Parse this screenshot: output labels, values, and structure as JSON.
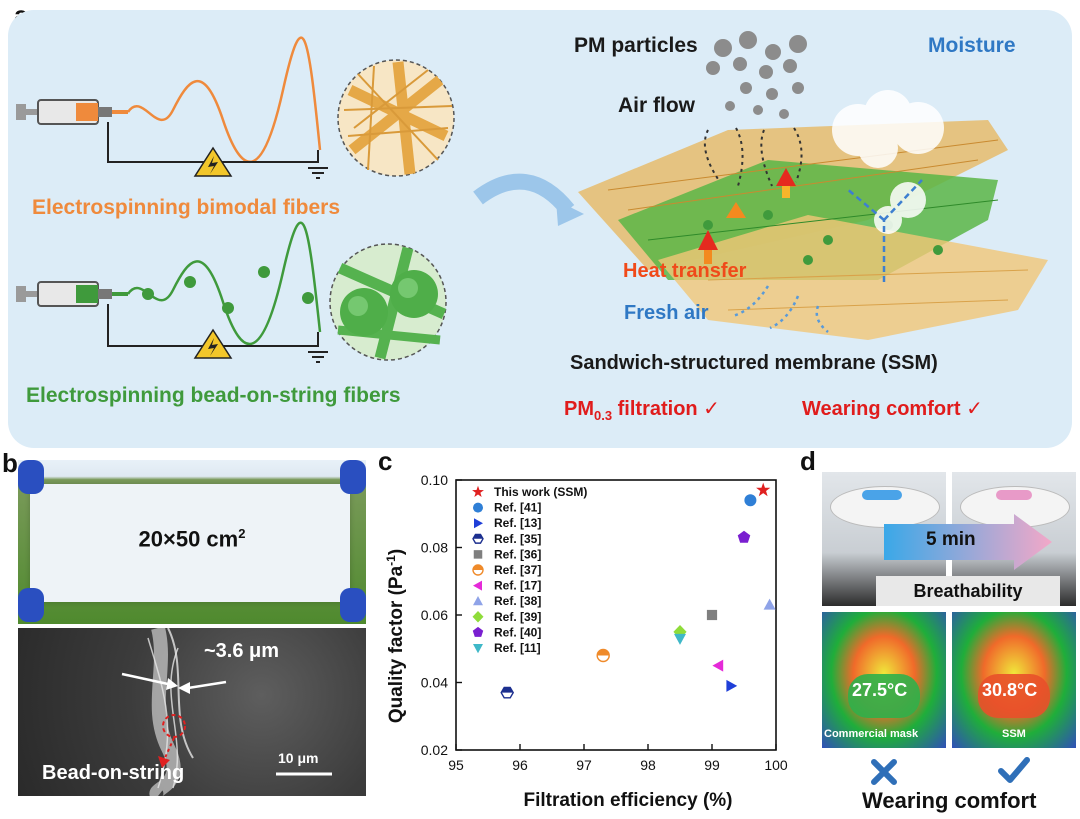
{
  "panels": {
    "a": "a",
    "b": "b",
    "c": "c",
    "d": "d"
  },
  "panel_a": {
    "bimodal_label": "Electrospinning bimodal fibers",
    "bead_label": "Electrospinning bead-on-string  fibers",
    "pm_particles": "PM particles",
    "moisture": "Moisture",
    "air_flow": "Air flow",
    "heat_transfer": "Heat transfer",
    "fresh_air": "Fresh air",
    "ssm_label": "Sandwich-structured membrane (SSM)",
    "pm_prefix": "PM",
    "pm_sub": "0.3",
    "pm_suffix": " filtration ✓",
    "wearing_comfort": "Wearing comfort ✓"
  },
  "panel_b": {
    "size_label": "20×50 cm",
    "size_sup": "2",
    "diameter": "~3.6 μm",
    "scale_bar": "10 μm",
    "bead_label": "Bead-on-string"
  },
  "panel_d": {
    "time": "5 min",
    "breathability": "Breathability",
    "temp_left": "27.5°C",
    "temp_right": "30.8°C",
    "label_left": "Commercial mask",
    "label_right": "SSM",
    "wearing_comfort": "Wearing comfort"
  },
  "colors": {
    "orange": "#ef8a3c",
    "green": "#3f9a3c",
    "blue": "#2f78c4",
    "red": "#e01c1c",
    "panel_bg": "#dcecf7"
  },
  "chart_data": {
    "type": "scatter",
    "xlabel": "Filtration efficiency (%)",
    "ylabel_main": "Quality factor (Pa",
    "ylabel_sup": "-1",
    "ylabel_end": ")",
    "xlim": [
      95,
      100
    ],
    "ylim": [
      0.02,
      0.1
    ],
    "xticks": [
      "95",
      "96",
      "97",
      "98",
      "99",
      "100"
    ],
    "yticks": [
      "0.02",
      "0.04",
      "0.06",
      "0.08",
      "0.10"
    ],
    "legend": "upper-left",
    "series": [
      {
        "name": "This work (SSM)",
        "marker": "star",
        "color": "#e02020",
        "x": 99.8,
        "y": 0.097
      },
      {
        "name": "Ref. [41]",
        "marker": "circle",
        "color": "#2f7fd6",
        "x": 99.6,
        "y": 0.094
      },
      {
        "name": "Ref. [13]",
        "marker": "triangle-right",
        "color": "#1f3fd8",
        "x": 99.3,
        "y": 0.039
      },
      {
        "name": "Ref. [35]",
        "marker": "hexagon-half",
        "color": "#1c2f8f",
        "x": 95.8,
        "y": 0.037
      },
      {
        "name": "Ref. [36]",
        "marker": "square",
        "color": "#7f7f7f",
        "x": 99.0,
        "y": 0.06
      },
      {
        "name": "Ref. [37]",
        "marker": "circle-half",
        "color": "#ef8a2a",
        "x": 97.3,
        "y": 0.048
      },
      {
        "name": "Ref. [17]",
        "marker": "triangle-left",
        "color": "#e52ad8",
        "x": 99.1,
        "y": 0.045
      },
      {
        "name": "Ref. [38]",
        "marker": "triangle-up",
        "color": "#8fa3e8",
        "x": 99.9,
        "y": 0.063
      },
      {
        "name": "Ref. [39]",
        "marker": "diamond",
        "color": "#8fdc3a",
        "x": 98.5,
        "y": 0.055
      },
      {
        "name": "Ref. [40]",
        "marker": "pentagon",
        "color": "#7a1fd0",
        "x": 99.5,
        "y": 0.083
      },
      {
        "name": "Ref. [11]",
        "marker": "triangle-down",
        "color": "#3fb8c8",
        "x": 98.5,
        "y": 0.053
      }
    ]
  }
}
